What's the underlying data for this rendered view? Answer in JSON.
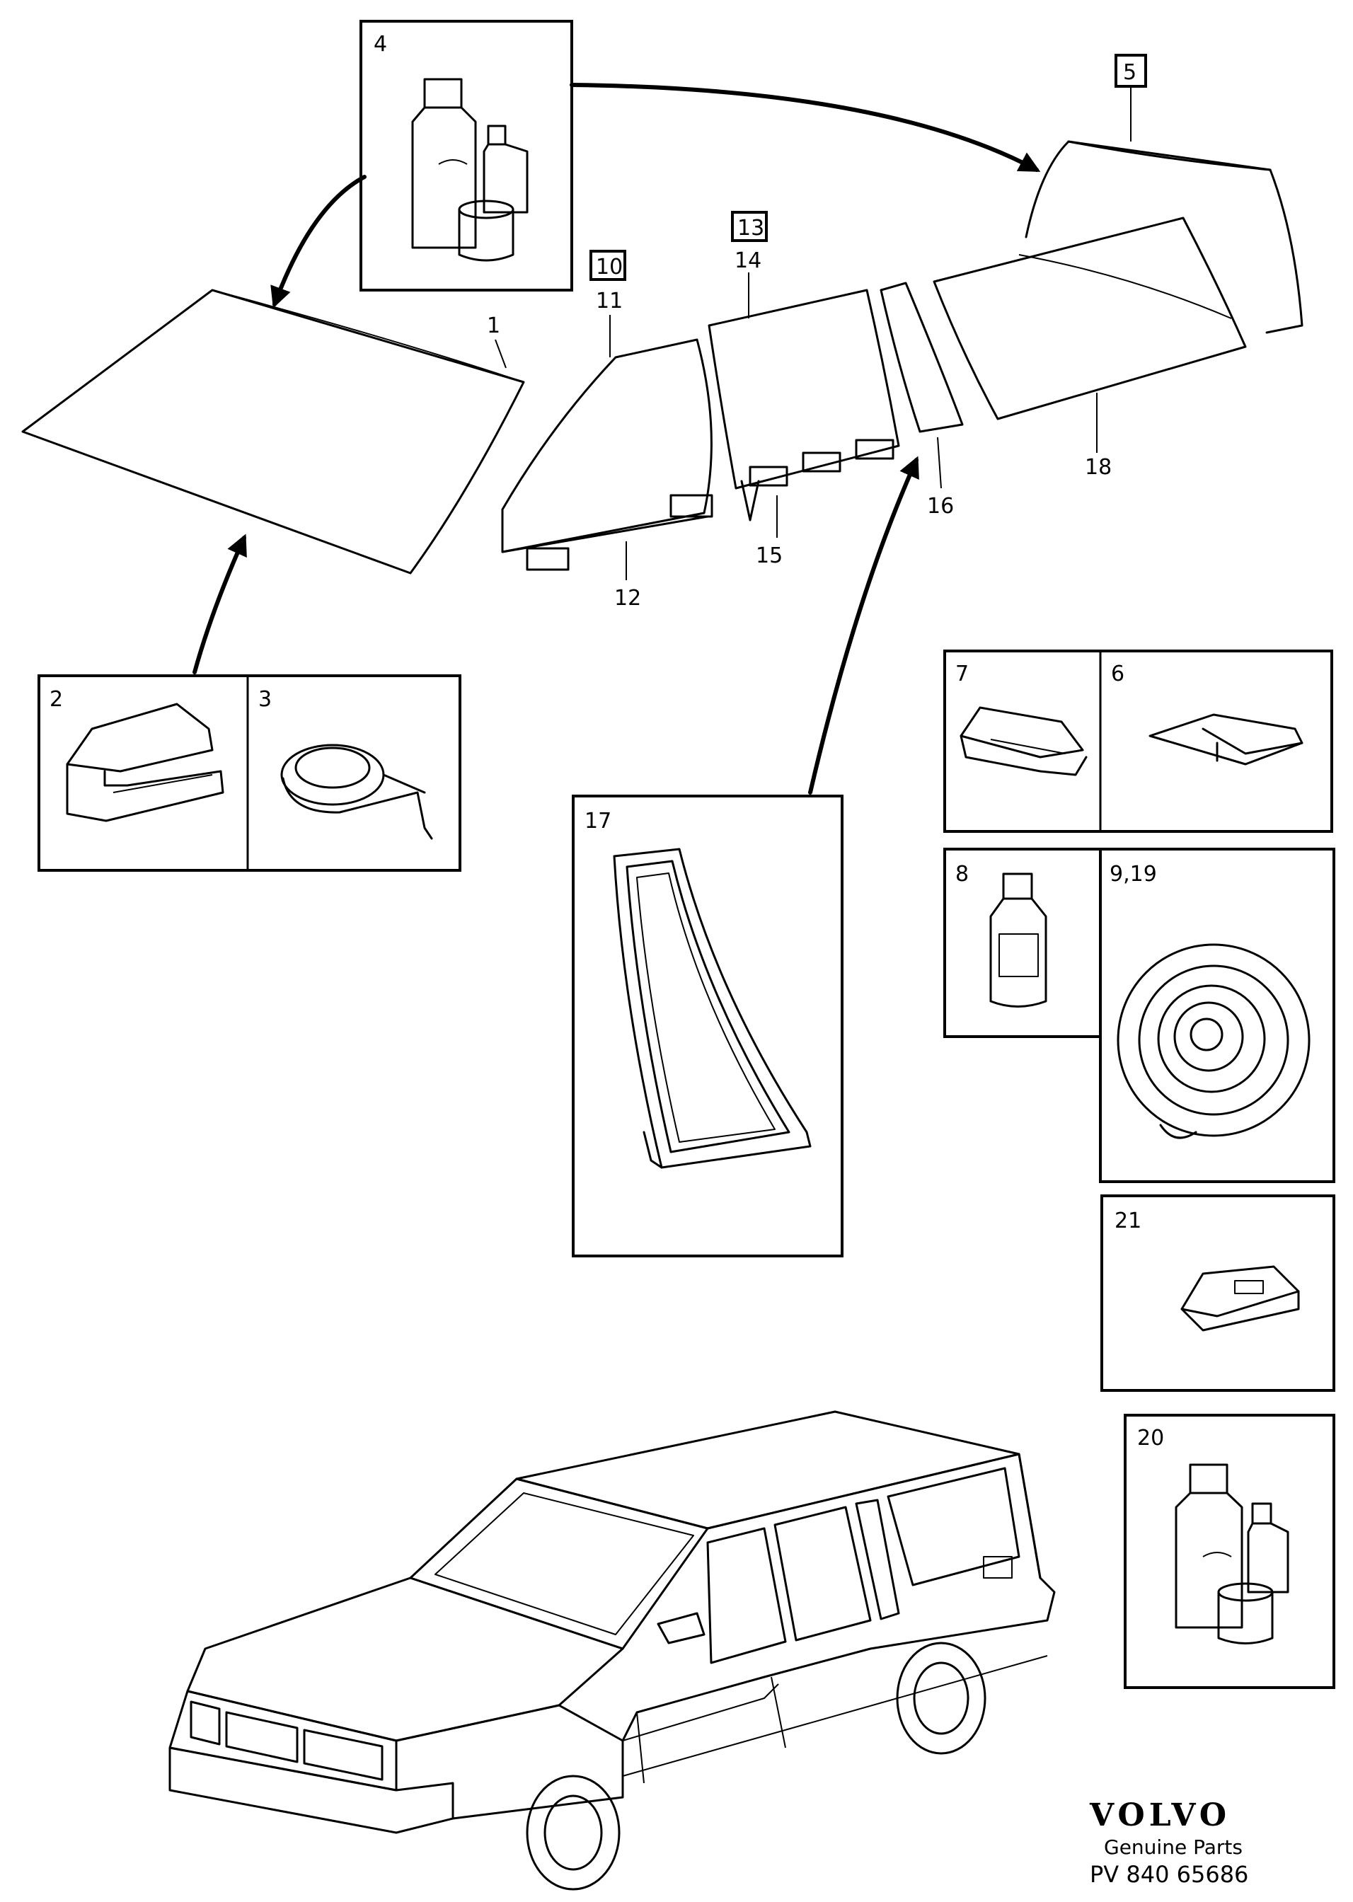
{
  "labels": {
    "p1": "1",
    "p2": "2",
    "p3": "3",
    "p4": "4",
    "p5": "5",
    "p6": "6",
    "p7": "7",
    "p8": "8",
    "p9_19": "9,19",
    "p10": "10",
    "p11": "11",
    "p12": "12",
    "p13": "13",
    "p14": "14",
    "p15": "15",
    "p16": "16",
    "p17": "17",
    "p18": "18",
    "p20": "20",
    "p21": "21"
  },
  "footer": {
    "brand": "VOLVO",
    "subtitle": "Genuine Parts",
    "code": "PV 840 65686"
  }
}
